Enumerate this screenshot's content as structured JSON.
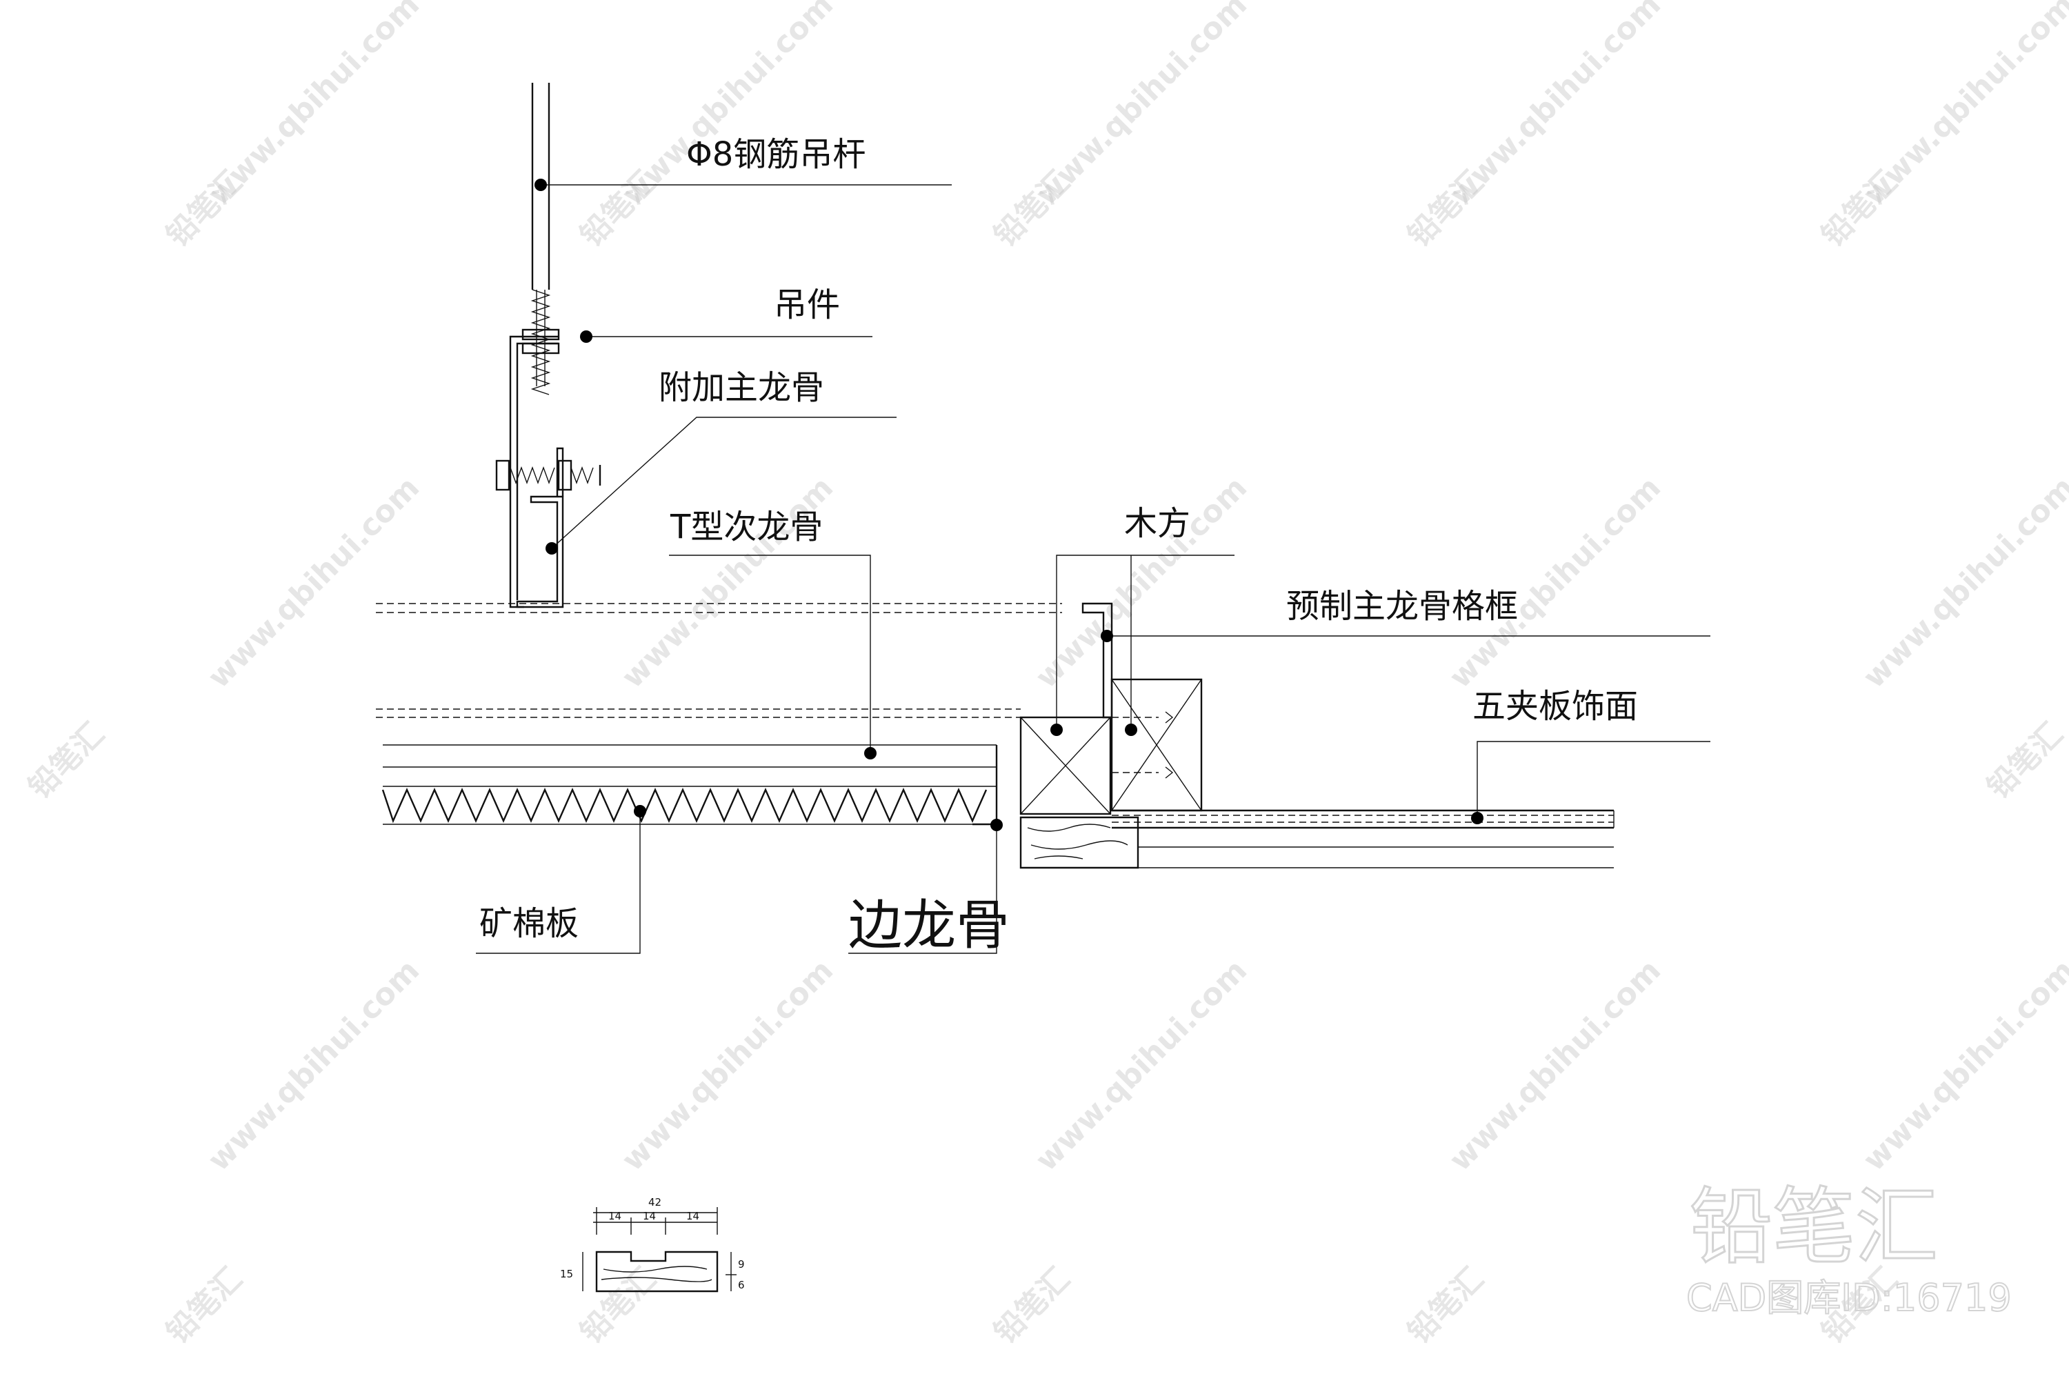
{
  "drawing": {
    "labels": {
      "rebar_rod": "Φ8钢筋吊杆",
      "hanger": "吊件",
      "extra_main_keel": "附加主龙骨",
      "t_secondary_keel": "T型次龙骨",
      "wood_block": "木方",
      "prefab_frame": "预制主龙骨格框",
      "plywood_finish": "五夹板饰面",
      "mineral_board": "矿棉板",
      "edge_keel": "边龙骨"
    },
    "dimensions": {
      "total_width": "42",
      "seg1": "14",
      "seg2": "14",
      "seg3": "14",
      "height": "15",
      "h1": "6",
      "h2": "9"
    }
  },
  "watermark": {
    "site": "www.qbihui.com",
    "brand_cn": "铅笔汇",
    "brand_line": "铅笔汇",
    "library_id": "CAD图库ID:16719"
  }
}
